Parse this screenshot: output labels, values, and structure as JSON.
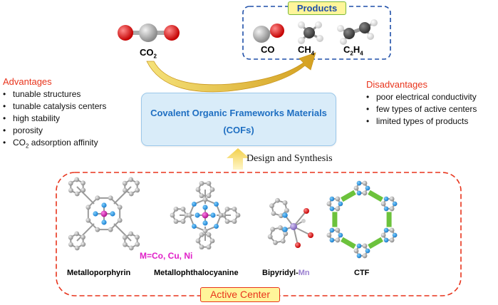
{
  "products": {
    "title": "Products",
    "items": [
      {
        "label": "CO"
      },
      {
        "label_main": "CH",
        "label_sub": "4"
      },
      {
        "label_main": "C",
        "label_sub": "2",
        "label_main2": "H",
        "label_sub2": "4"
      }
    ]
  },
  "reactant": {
    "label_main": "CO",
    "label_sub": "2"
  },
  "advantages": {
    "title": "Advantages",
    "items": [
      "tunable structures",
      "tunable catalysis centers",
      "high stability",
      "porosity"
    ],
    "last_item": {
      "main": "CO",
      "sub": "2",
      "rest": " adsorption affinity"
    }
  },
  "disadvantages": {
    "title": "Disadvantages",
    "items": [
      "poor electrical conductivity",
      "few types of active centers",
      "limited types of products"
    ]
  },
  "center_box": {
    "line1": "Covalent Organic Frameworks Materials",
    "line2": "(COFs)"
  },
  "design_label": "Design and Synthesis",
  "metal_label": "M=Co, Cu, Ni",
  "structures": {
    "s1": "Metalloporphyrin",
    "s2": "Metallophthalocyanine",
    "s3_main": "Bipyridyl-",
    "s3_metal": "Mn",
    "s4": "CTF"
  },
  "active_center": "Active Center",
  "colors": {
    "red": "#e8341c",
    "blue_title": "#1f6fc2",
    "magenta": "#e020c8",
    "mn_purple": "#9a7fd0",
    "dash_blue": "#1f4fa8",
    "dash_red": "#e8341c",
    "product_fill": "#fff59a",
    "ctf_green": "#6cc23c"
  }
}
